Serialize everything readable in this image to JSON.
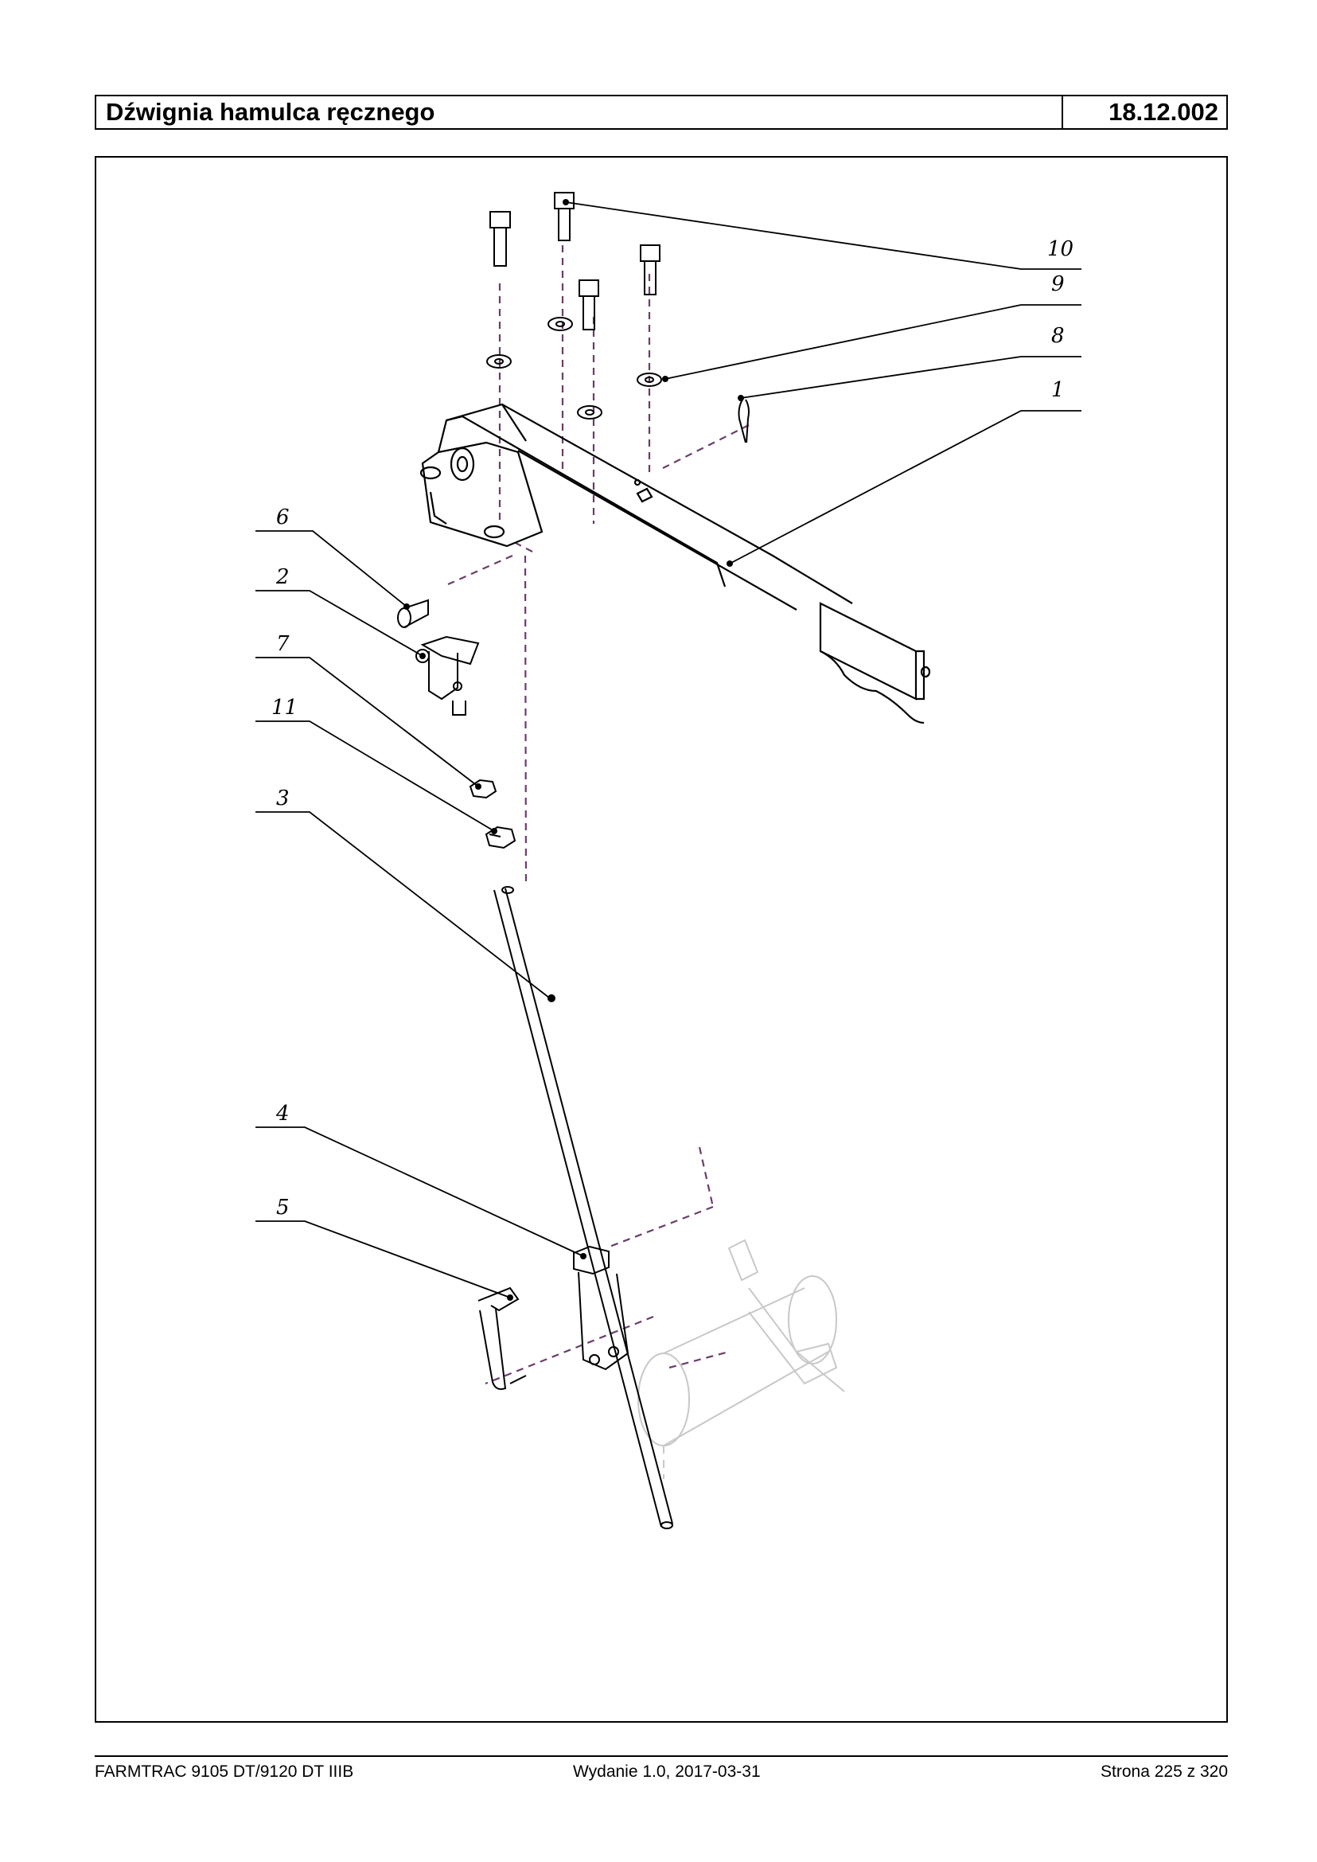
{
  "header": {
    "title": "Dźwignia hamulca ręcznego",
    "code": "18.12.002"
  },
  "callouts": [
    {
      "id": "c10",
      "label": "10"
    },
    {
      "id": "c9",
      "label": "9"
    },
    {
      "id": "c8",
      "label": "8"
    },
    {
      "id": "c1",
      "label": "1"
    },
    {
      "id": "c6",
      "label": "6"
    },
    {
      "id": "c2",
      "label": "2"
    },
    {
      "id": "c7",
      "label": "7"
    },
    {
      "id": "c11",
      "label": "11"
    },
    {
      "id": "c3",
      "label": "3"
    },
    {
      "id": "c4",
      "label": "4"
    },
    {
      "id": "c5",
      "label": "5"
    }
  ],
  "footer": {
    "left": "FARMTRAC 9105 DT/9120 DT IIIB",
    "center": "Wydanie 1.0,  2017-03-31",
    "right": "Strona 225 z 320"
  },
  "colors": {
    "dashed_line": "#6a3d6a",
    "ghost_part": "#c8c8c8",
    "ink": "#000000"
  }
}
